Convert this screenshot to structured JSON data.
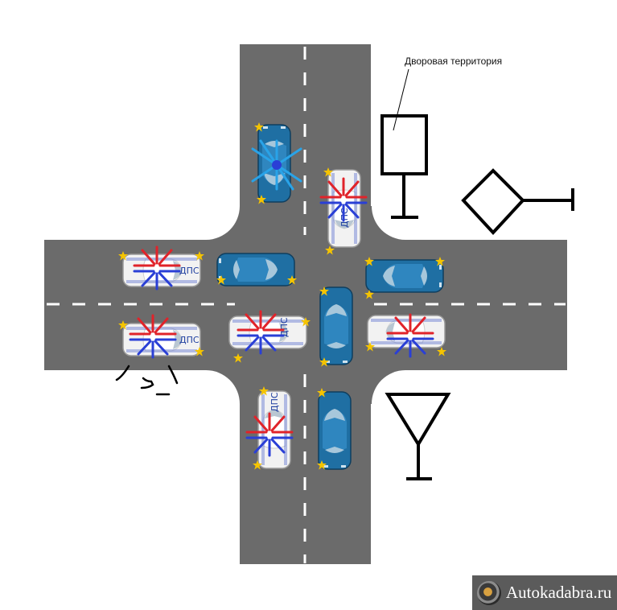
{
  "labels": {
    "courtyard": "Дворовая территория",
    "police_text": "ДПС"
  },
  "watermark": {
    "text": "Autokadabra.ru",
    "logo_icon": "wheel-logo-icon"
  },
  "colors": {
    "road": "#6b6b6b",
    "marking": "#ffffff",
    "civil_car": "#1f6fa3",
    "police_car": "#f2f2f2",
    "siren_red": "#e0232a",
    "siren_blue": "#2a3fd6",
    "flasher_yellow": "#f5c400",
    "sign_stroke": "#000000",
    "watermark_bg": "#5b5b5b"
  },
  "signs": [
    "courtyard-territory-sign",
    "main-road-sign",
    "give-way-sign"
  ]
}
